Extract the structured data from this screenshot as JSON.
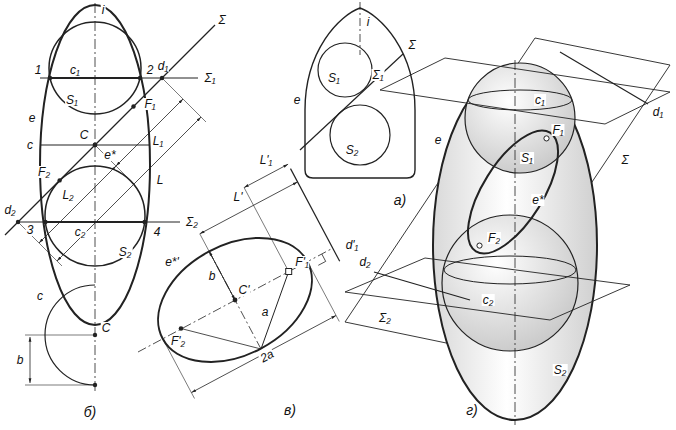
{
  "diagram": {
    "labels": [
      "i",
      "Σ",
      "Σ₁",
      "1",
      "c₁",
      "2",
      "d₁",
      "S₁",
      "e",
      "F₁",
      "c",
      "C",
      "L₁",
      "F₂",
      "e*",
      "L",
      "d₂",
      "c₂",
      "3",
      "4",
      "Σ₂",
      "L₂",
      "S₂",
      "C",
      "c",
      "b",
      "б)",
      "i",
      "Σ",
      "e",
      "S₁",
      "S₂",
      "а)",
      "L'₁",
      "L'",
      "e*'",
      "C'",
      "F'₁",
      "F'₂",
      "b",
      "a",
      "2a",
      "d'₁",
      "в)",
      "Σ₁",
      "d₁",
      "c₁",
      "e",
      "F₁",
      "S₁",
      "Σ",
      "e*",
      "F₂",
      "d₂",
      "c₂",
      "Σ₂",
      "S₂",
      "г)"
    ]
  }
}
